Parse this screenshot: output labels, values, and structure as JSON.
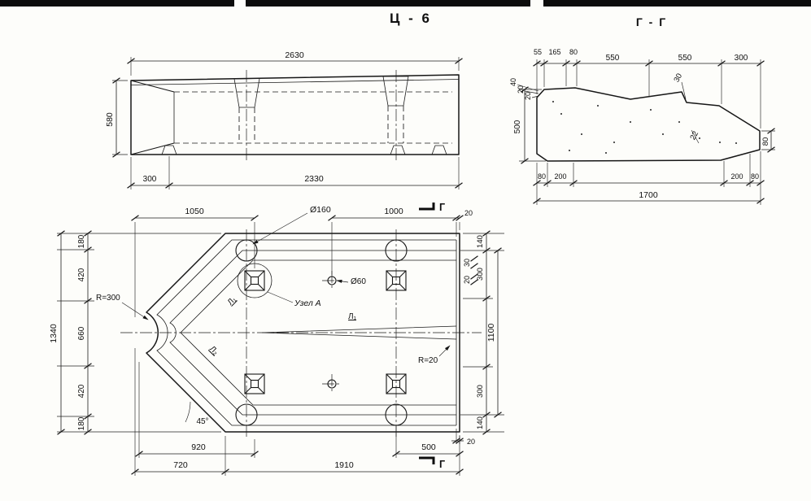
{
  "header": {
    "title": "Ц - 6",
    "section_title": "Г - Г"
  },
  "side_view": {
    "dim_length": "2630",
    "dim_height": "580",
    "dim_offset": "300",
    "dim_body": "2330"
  },
  "section_view": {
    "top_dims": [
      "55",
      "165",
      "80",
      "550",
      "550",
      "300"
    ],
    "left_stack": [
      "40",
      "20",
      "20"
    ],
    "dim_height": "500",
    "dim_step": "30",
    "dim_thick": "22",
    "dim_edge": "80",
    "bottom_dims": [
      "80",
      "200",
      "200",
      "80"
    ],
    "dim_total": "1700"
  },
  "plan_view": {
    "dim_1050": "1050",
    "label_d160": "Ø160",
    "dim_1000": "1000",
    "dim_20_top": "20",
    "section_mark": "Г",
    "left_chain": [
      "180",
      "420",
      "660",
      "420",
      "180"
    ],
    "dim_1340": "1340",
    "radius_tip": "R=300",
    "slope_label_1": "Л₁",
    "slope_label_2": "Л₂",
    "node_label": "Узел А",
    "label_d60": "Ø60",
    "radius_r20": "R=20",
    "angle_45": "45°",
    "dim_140_top": "140",
    "dim_300_top": "300",
    "dim_30": "30",
    "dim_20_right_top": "20",
    "dim_1100": "1100",
    "dim_300_bot": "300",
    "dim_140_bot": "140",
    "dim_20_right_bot": "20",
    "dim_920": "920",
    "dim_500": "500",
    "dim_720": "720",
    "dim_1910": "1910"
  }
}
